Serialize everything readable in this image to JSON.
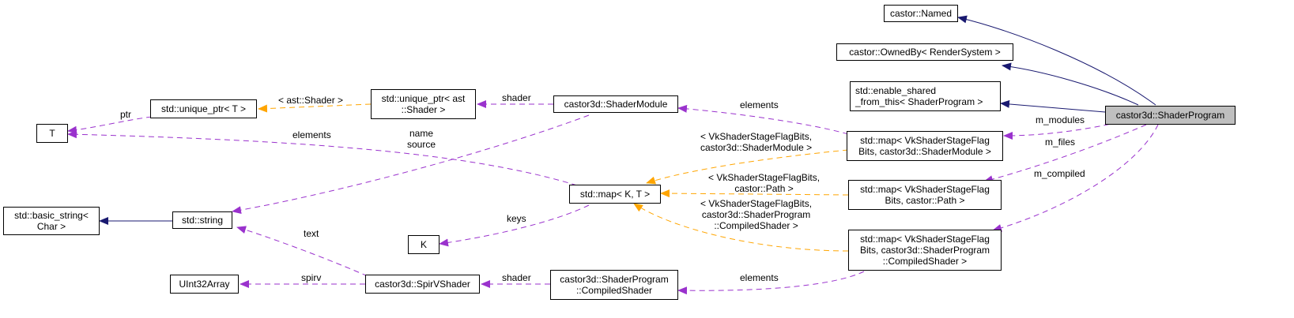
{
  "colors": {
    "inheritance": "#191970",
    "usage": "#9a32cd",
    "template": "#ffa500",
    "focus_fill": "#bfbfbf",
    "node_border": "#000000"
  },
  "nodes": {
    "named": {
      "lines": [
        "castor::Named"
      ]
    },
    "ownedby": {
      "lines": [
        "castor::OwnedBy< RenderSystem >"
      ]
    },
    "enable_shared": {
      "lines": [
        "std::enable_shared",
        "_from_this< ShaderProgram >"
      ]
    },
    "shaderprogram": {
      "lines": [
        "castor3d::ShaderProgram"
      ]
    },
    "map_module": {
      "lines": [
        "std::map< VkShaderStageFlag",
        "Bits, castor3d::ShaderModule >"
      ]
    },
    "map_path": {
      "lines": [
        "std::map< VkShaderStageFlag",
        "Bits, castor::Path >"
      ]
    },
    "map_compiled": {
      "lines": [
        "std::map< VkShaderStageFlag",
        "Bits, castor3d::ShaderProgram",
        "::CompiledShader >"
      ]
    },
    "shadermodule": {
      "lines": [
        "castor3d::ShaderModule"
      ]
    },
    "unique_ast": {
      "lines": [
        "std::unique_ptr< ast",
        "::Shader >"
      ]
    },
    "unique_t": {
      "lines": [
        "std::unique_ptr< T >"
      ]
    },
    "t": {
      "lines": [
        "T"
      ]
    },
    "map_kt": {
      "lines": [
        "std::map< K, T >"
      ]
    },
    "k": {
      "lines": [
        "K"
      ]
    },
    "basic_string": {
      "lines": [
        "std::basic_string<",
        "Char >"
      ]
    },
    "string": {
      "lines": [
        "std::string"
      ]
    },
    "uint32array": {
      "lines": [
        "UInt32Array"
      ]
    },
    "spirv": {
      "lines": [
        "castor3d::SpirVShader"
      ]
    },
    "compiledshader": {
      "lines": [
        "castor3d::ShaderProgram",
        "::CompiledShader"
      ]
    }
  },
  "edge_labels": {
    "m_modules": [
      "m_modules"
    ],
    "m_files": [
      "m_files"
    ],
    "m_compiled": [
      "m_compiled"
    ],
    "elements_module": [
      "elements"
    ],
    "tmpl_module": [
      "< VkShaderStageFlagBits,",
      "castor3d::ShaderModule >"
    ],
    "tmpl_path": [
      "< VkShaderStageFlagBits,",
      "castor::Path >"
    ],
    "tmpl_compiled": [
      "< VkShaderStageFlagBits,",
      "castor3d::ShaderProgram",
      "::CompiledShader >"
    ],
    "shader_module": [
      "shader"
    ],
    "ast_shader": [
      "< ast::Shader >"
    ],
    "ptr": [
      "ptr"
    ],
    "elements_t": [
      "elements"
    ],
    "name_source": [
      "name",
      "source"
    ],
    "keys": [
      "keys"
    ],
    "text": [
      "text"
    ],
    "spirv": [
      "spirv"
    ],
    "shader_spirv": [
      "shader"
    ],
    "elements_compiled": [
      "elements"
    ]
  }
}
